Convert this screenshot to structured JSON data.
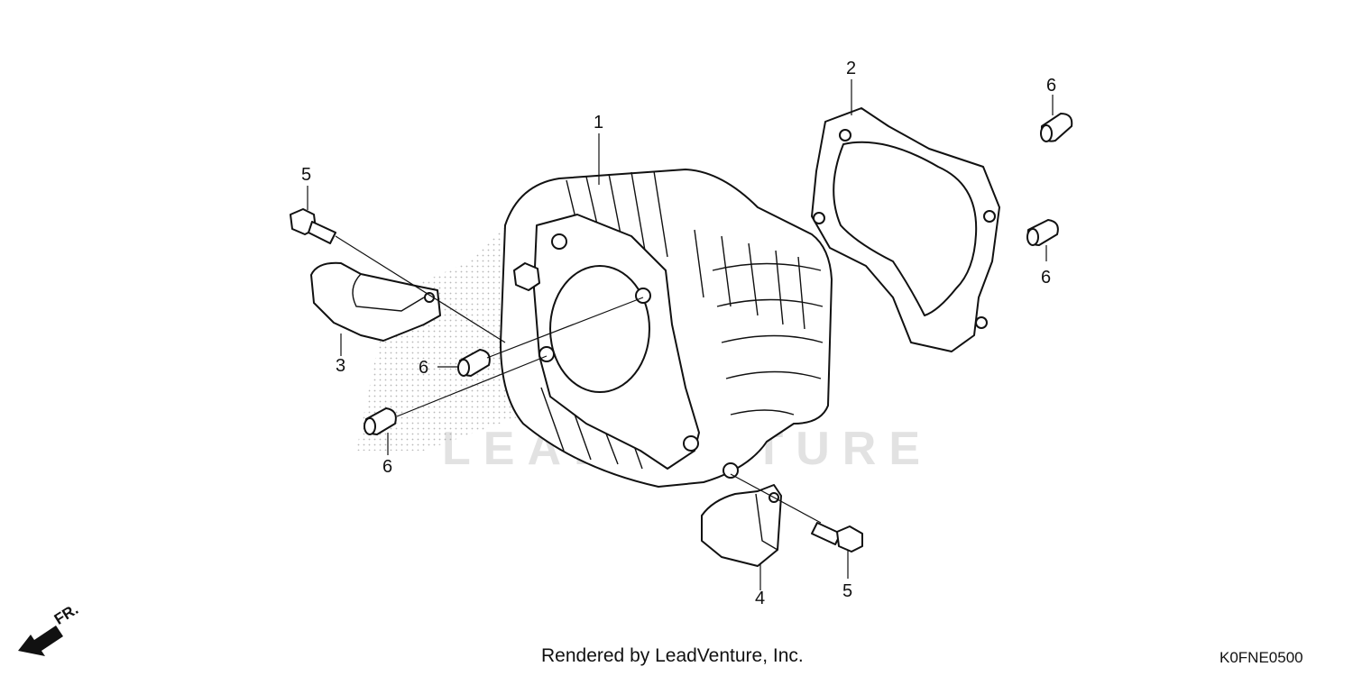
{
  "diagram": {
    "watermark": "LEADVENTURE",
    "direction_label": "FR.",
    "footer_credit": "Rendered by LeadVenture, Inc.",
    "diagram_code": "K0FNE0500",
    "callouts": [
      {
        "id": "1",
        "part": "cylinder"
      },
      {
        "id": "2",
        "part": "gasket"
      },
      {
        "id": "3",
        "part": "guide-left"
      },
      {
        "id": "4",
        "part": "guide-right"
      },
      {
        "id": "5",
        "part": "bolt-left"
      },
      {
        "id": "5",
        "part": "bolt-right"
      },
      {
        "id": "6",
        "part": "dowel-top-a"
      },
      {
        "id": "6",
        "part": "dowel-top-b"
      },
      {
        "id": "6",
        "part": "dowel-mid"
      },
      {
        "id": "6",
        "part": "dowel-low"
      }
    ]
  }
}
